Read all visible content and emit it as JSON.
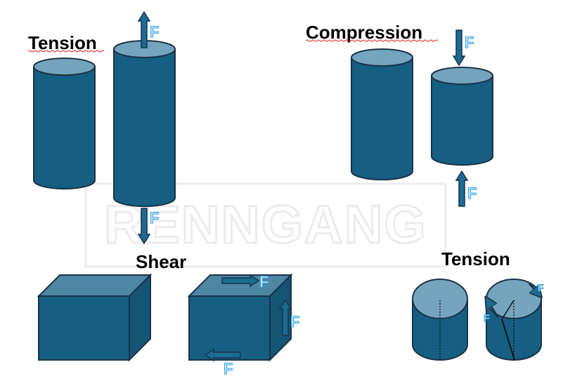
{
  "titles": {
    "tension_top": "Tension",
    "compression": "Compression",
    "shear": "Shear",
    "tension_bottom": "Tension"
  },
  "force_label": "F",
  "watermark": "RENNGANG",
  "colors": {
    "body": "#165e82",
    "top_face": "#75a5be",
    "outline": "#1b3348",
    "arrow_fill": "#1b6b93",
    "force_text": "#b8e4ff",
    "force_stroke": "#3aa6e8",
    "title": "#000000"
  }
}
